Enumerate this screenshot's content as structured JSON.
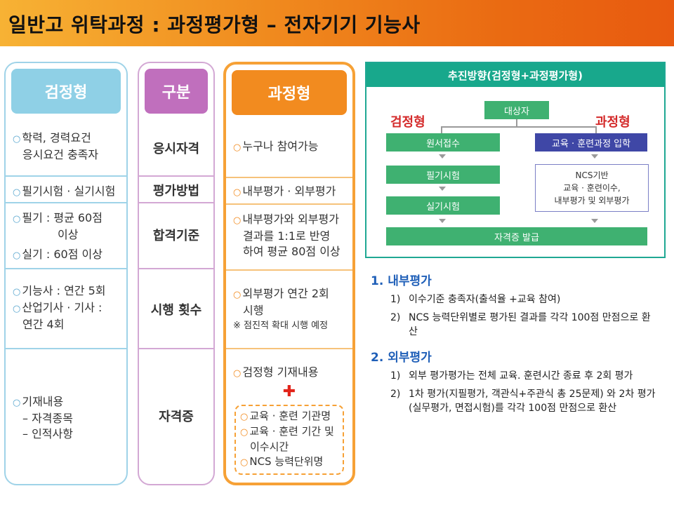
{
  "header": {
    "title": "일반고 위탁과정 : 과정평가형 – 전자기기 기능사"
  },
  "table": {
    "col_a": {
      "header": "검정형",
      "cells": [
        [
          "학력, 경력요건",
          "응시요건 충족자"
        ],
        [
          "필기시험 · 실기시험"
        ],
        [
          "필기 : 평균 60점",
          "이상",
          "실기 : 60점 이상"
        ],
        [
          "기능사 : 연간 5회",
          "산업기사 · 기사 :",
          "연간 4회"
        ],
        [
          "기재내용",
          "– 자격종목",
          "– 인적사항"
        ]
      ]
    },
    "col_b": {
      "header": "구분",
      "cells": [
        "응시자격",
        "평가방법",
        "합격기준",
        "시행 횟수",
        "자격증"
      ]
    },
    "col_c": {
      "header": "과정형",
      "cells": [
        [
          "누구나 참여가능"
        ],
        [
          "내부평가 · 외부평가"
        ],
        [
          "내부평가와 외부평가",
          "결과를 1:1로 반영",
          "하여 평균 80점 이상"
        ],
        [
          "외부평가 연간 2회",
          "시행",
          "※ 점진적 확대 시행 예정"
        ],
        [
          "검정형 기재내용"
        ]
      ],
      "plus": "✚",
      "box": [
        "교육 · 훈련 기관명",
        "교육 · 훈련 기간 및",
        "이수시간",
        "NCS 능력단위명"
      ]
    }
  },
  "flow": {
    "title": "추진방향(검정형+과정평가형)",
    "top": "대상자",
    "left_label": "검정형",
    "right_label": "과정형",
    "left_steps": [
      "원서접수",
      "필기시험",
      "실기시험"
    ],
    "right_step": "교육 · 훈련과정 입학",
    "right_box": [
      "NCS기반",
      "교육 · 훈련이수,",
      "내부평가 및 외부평가"
    ],
    "bottom": "자격증 발급"
  },
  "notes": [
    {
      "heading": "1.  내부평가",
      "items": [
        {
          "num": "1)",
          "text": "이수기준 충족자(출석율 +교육 참여)"
        },
        {
          "num": "2)",
          "text": "NCS 능력단위별로 평가된 결과를 각각 100점 만점으로 환산"
        }
      ]
    },
    {
      "heading": "2.  외부평가",
      "items": [
        {
          "num": "1)",
          "text": "외부 평가평가는 전체 교육.  훈련시간 종료 후 2회 평가"
        },
        {
          "num": "2)",
          "text": "1차 평가(지필평가, 객관식+주관식 총 25문제) 와 2차 평가(실무평가, 면접시험)를 각각 100점 만점으로 환산"
        }
      ]
    }
  ],
  "colors": {
    "accent": "#f28b1f",
    "teal": "#18a88c",
    "green": "#3fb171",
    "navy": "#3f47a6",
    "red": "#d42a2a"
  }
}
